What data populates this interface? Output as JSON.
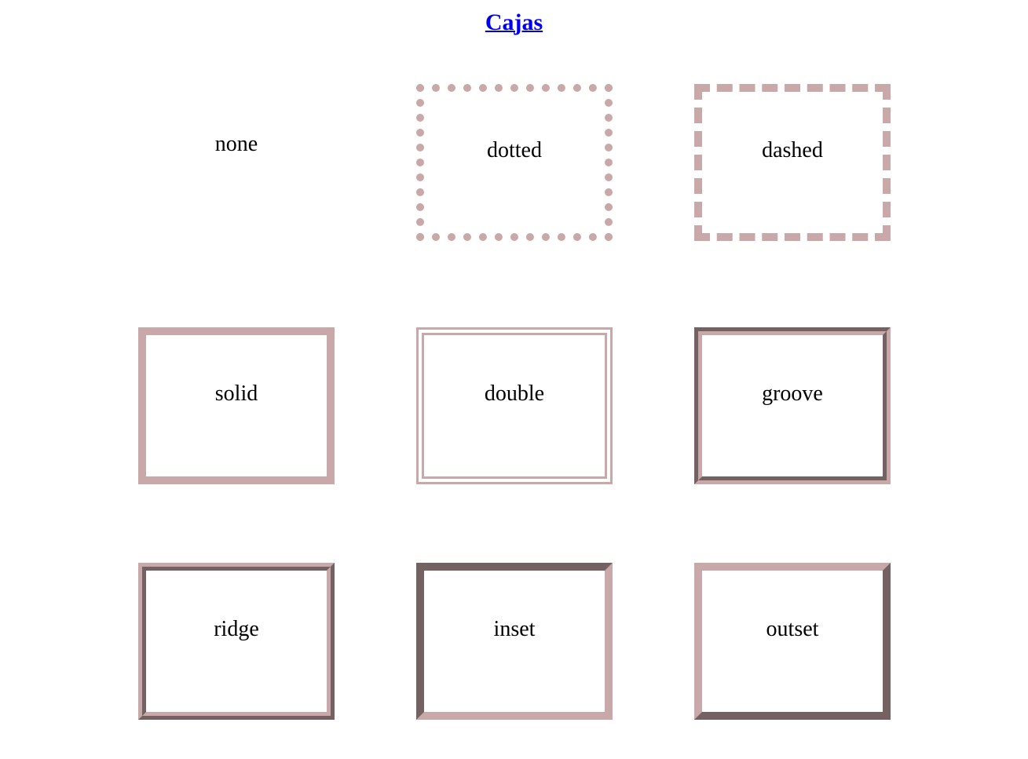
{
  "page": {
    "title": "Cajas"
  },
  "boxes": [
    {
      "label": "none"
    },
    {
      "label": "dotted"
    },
    {
      "label": "dashed"
    },
    {
      "label": "solid"
    },
    {
      "label": "double"
    },
    {
      "label": "groove"
    },
    {
      "label": "ridge"
    },
    {
      "label": "inset"
    },
    {
      "label": "outset"
    }
  ],
  "colors": {
    "border": "#c8a8a8",
    "link": "#0000ee",
    "text": "#000000",
    "background": "#ffffff"
  }
}
